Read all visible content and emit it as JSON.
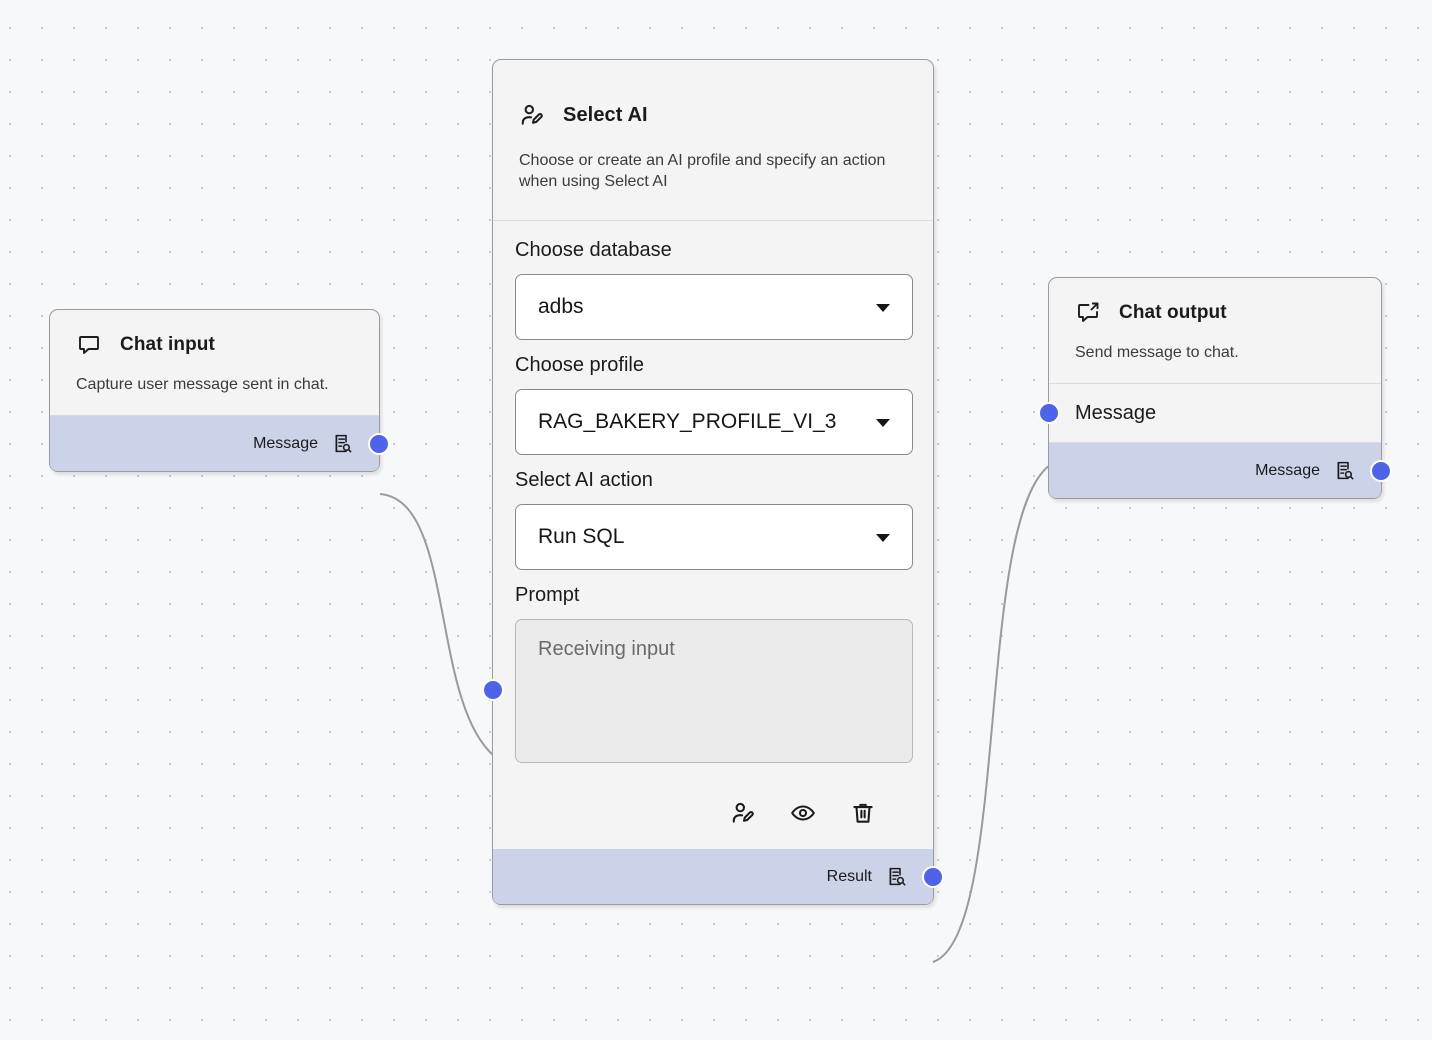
{
  "canvas": {
    "background_color": "#f7f8fa",
    "dot_color": "#c9ccd6",
    "edge_color": "#9a9a9e",
    "port_color": "#4e63e8",
    "port_band_color": "#ccd2e8"
  },
  "nodes": {
    "chat_input": {
      "title": "Chat input",
      "icon": "chat-bubble-icon",
      "description": "Capture user message sent in chat.",
      "output_port_label": "Message",
      "output_port_icon": "inspect-document-icon"
    },
    "select_ai": {
      "title": "Select AI",
      "icon": "user-edit-icon",
      "description": "Choose or create an AI profile and specify an action when using Select AI",
      "fields": [
        {
          "label": "Choose database",
          "type": "select",
          "value": "adbs",
          "name": "choose-database-select"
        },
        {
          "label": "Choose profile",
          "type": "select",
          "value": "RAG_BAKERY_PROFILE_VI_3",
          "name": "choose-profile-select"
        },
        {
          "label": "Select AI action",
          "type": "select",
          "value": "Run SQL",
          "name": "select-ai-action-select"
        },
        {
          "label": "Prompt",
          "type": "textarea",
          "value": "Receiving input",
          "name": "prompt-textarea"
        }
      ],
      "actions": [
        {
          "name": "edit-profile-button",
          "icon": "user-edit-icon"
        },
        {
          "name": "preview-button",
          "icon": "eye-icon"
        },
        {
          "name": "delete-button",
          "icon": "trash-icon"
        }
      ],
      "output_port_label": "Result",
      "output_port_icon": "inspect-document-icon"
    },
    "chat_output": {
      "title": "Chat output",
      "icon": "chat-bubble-share-icon",
      "description": "Send message to chat.",
      "input_port_label": "Message",
      "output_port_label": "Message",
      "output_port_icon": "inspect-document-icon"
    }
  },
  "edges": [
    {
      "name": "edge-chat-input-to-select-ai",
      "from": "chat-input-message-out",
      "to": "select-ai-prompt-in"
    },
    {
      "name": "edge-select-ai-to-chat-output",
      "from": "select-ai-result-out",
      "to": "chat-output-message-in"
    }
  ]
}
